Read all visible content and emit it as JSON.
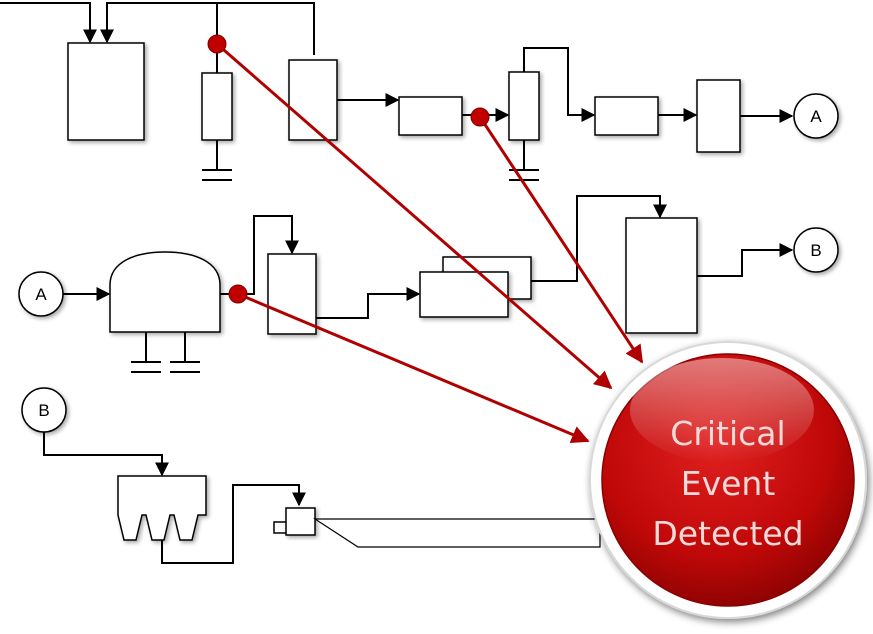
{
  "diagram": {
    "connectors": {
      "a_out": "A",
      "a_in": "A",
      "b_out": "B",
      "b_in": "B"
    },
    "alert": {
      "line1": "Critical",
      "line2": "Event",
      "line3": "Detected"
    },
    "colors": {
      "alert_red": "#c40c0c",
      "event_dot": "#c00000",
      "event_line": "#b00000",
      "line": "#000000"
    }
  }
}
